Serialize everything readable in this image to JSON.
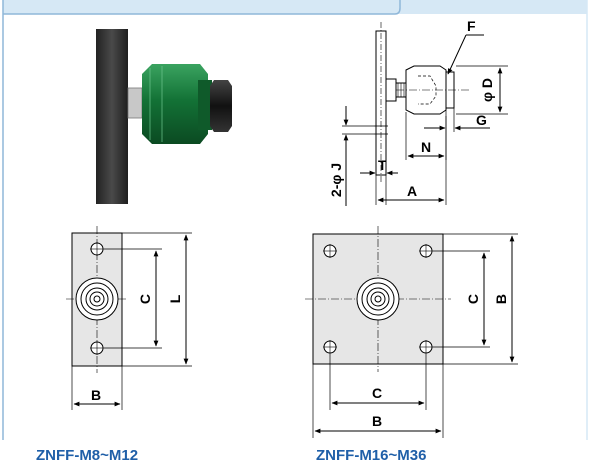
{
  "captions": {
    "left_model": "ZNFF-M8~M12",
    "right_model": "ZNFF-M16~M36"
  },
  "labels": {
    "side_F": "F",
    "side_D": "φ D",
    "side_G": "G",
    "side_N": "N",
    "side_T": "T",
    "side_A": "A",
    "side_J": "2-φ J",
    "left_C": "C",
    "left_L": "L",
    "left_B": "B",
    "right_C_vert": "C",
    "right_B_vert": "B",
    "right_C_horiz": "C",
    "right_B_horiz": "B"
  },
  "colors": {
    "caption": "#1f5fa8",
    "nut": "#1a7a3a",
    "plate": "#3a3a3a",
    "frame": "#d6e8f5",
    "frame_border": "#8fb7d9"
  }
}
